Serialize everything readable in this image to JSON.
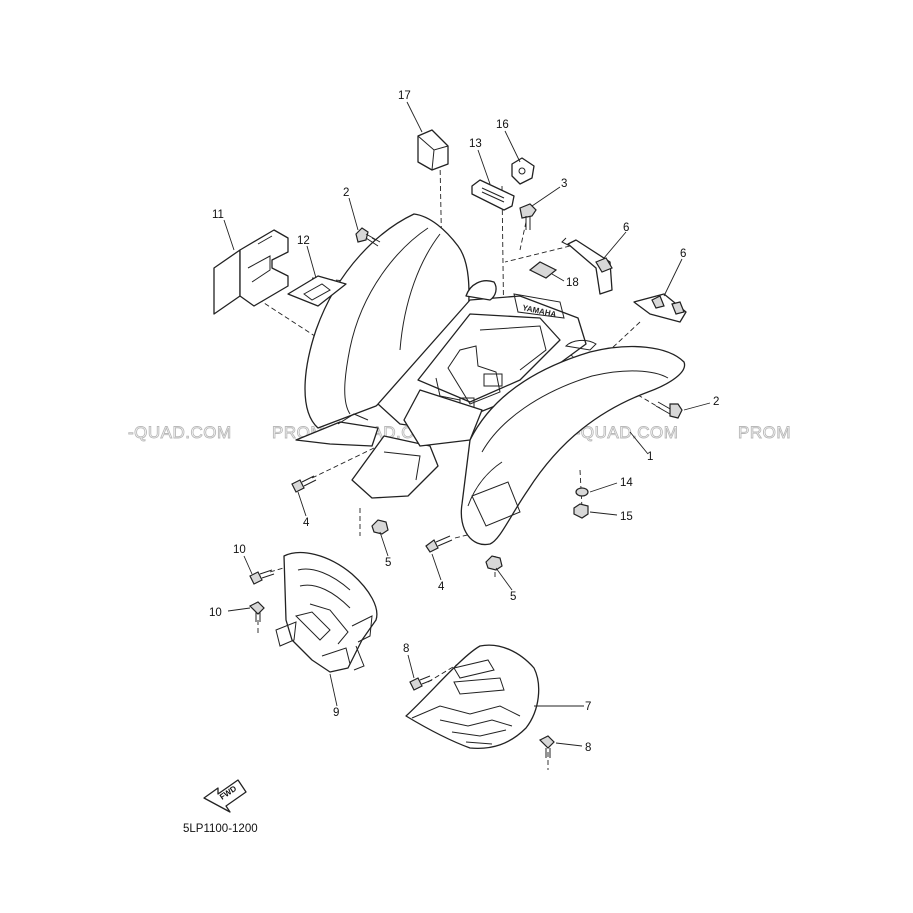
{
  "callouts": [
    {
      "id": "c17",
      "label": "17"
    },
    {
      "id": "c16",
      "label": "16"
    },
    {
      "id": "c13",
      "label": "13"
    },
    {
      "id": "c3",
      "label": "3"
    },
    {
      "id": "c2a",
      "label": "2"
    },
    {
      "id": "c11",
      "label": "11"
    },
    {
      "id": "c12",
      "label": "12"
    },
    {
      "id": "c6a",
      "label": "6"
    },
    {
      "id": "c6b",
      "label": "6"
    },
    {
      "id": "c18",
      "label": "18"
    },
    {
      "id": "c2b",
      "label": "2"
    },
    {
      "id": "c1",
      "label": "1"
    },
    {
      "id": "c14",
      "label": "14"
    },
    {
      "id": "c15",
      "label": "15"
    },
    {
      "id": "c4a",
      "label": "4"
    },
    {
      "id": "c5a",
      "label": "5"
    },
    {
      "id": "c4b",
      "label": "4"
    },
    {
      "id": "c5b",
      "label": "5"
    },
    {
      "id": "c10a",
      "label": "10"
    },
    {
      "id": "c10b",
      "label": "10"
    },
    {
      "id": "c9",
      "label": "9"
    },
    {
      "id": "c8a",
      "label": "8"
    },
    {
      "id": "c7",
      "label": "7"
    },
    {
      "id": "c8b",
      "label": "8"
    }
  ],
  "watermark": [
    "-QUAD.COM",
    "PROMO-QUAD.COM",
    "PROMO-QUAD.COM",
    "PROM"
  ],
  "fender_brand": "YAMAHA",
  "fwd_label": "FWD",
  "diagram_code": "5LP1100-1200"
}
